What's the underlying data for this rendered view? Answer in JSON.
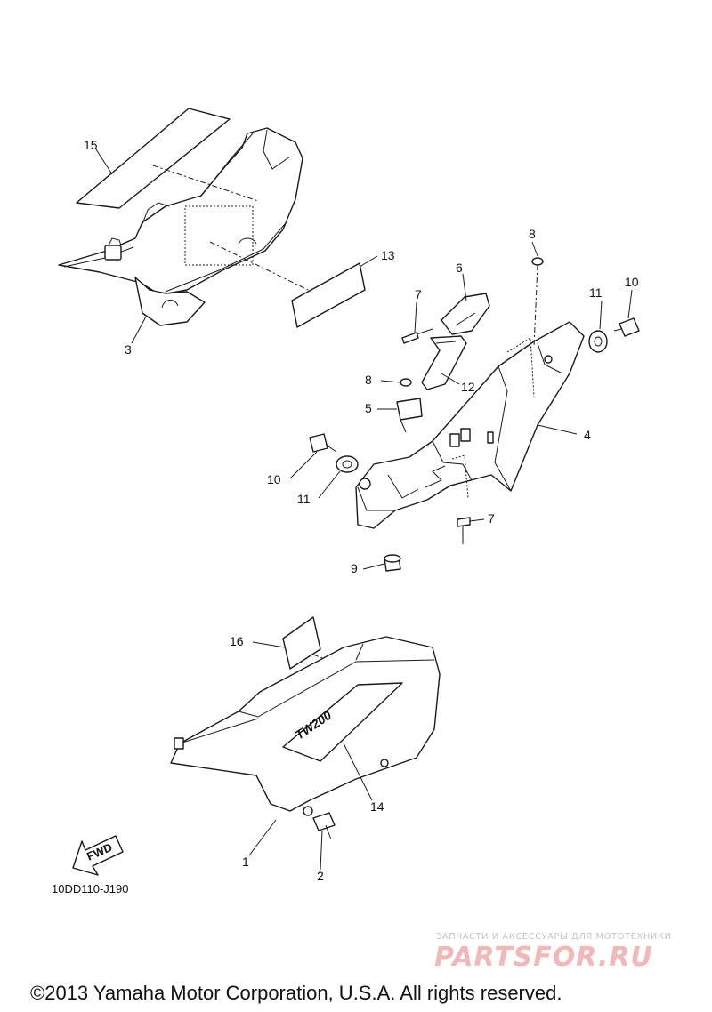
{
  "diagram": {
    "part_numbers": [
      "1",
      "2",
      "3",
      "4",
      "5",
      "6",
      "7",
      "7",
      "8",
      "8",
      "9",
      "10",
      "10",
      "11",
      "11",
      "12",
      "13",
      "14",
      "15",
      "16"
    ],
    "diagram_code": "10DD110-J190",
    "fwd_label": "FWD",
    "emblem_text": "TW200"
  },
  "watermark": {
    "tagline": "ЗАПЧАСТИ И АКСЕССУАРЫ ДЛЯ МОТОТЕХНИКИ",
    "logo_text": "PARTSFOR.RU"
  },
  "footer": {
    "copyright": "©2013 Yamaha Motor Corporation, U.S.A. All rights reserved."
  }
}
